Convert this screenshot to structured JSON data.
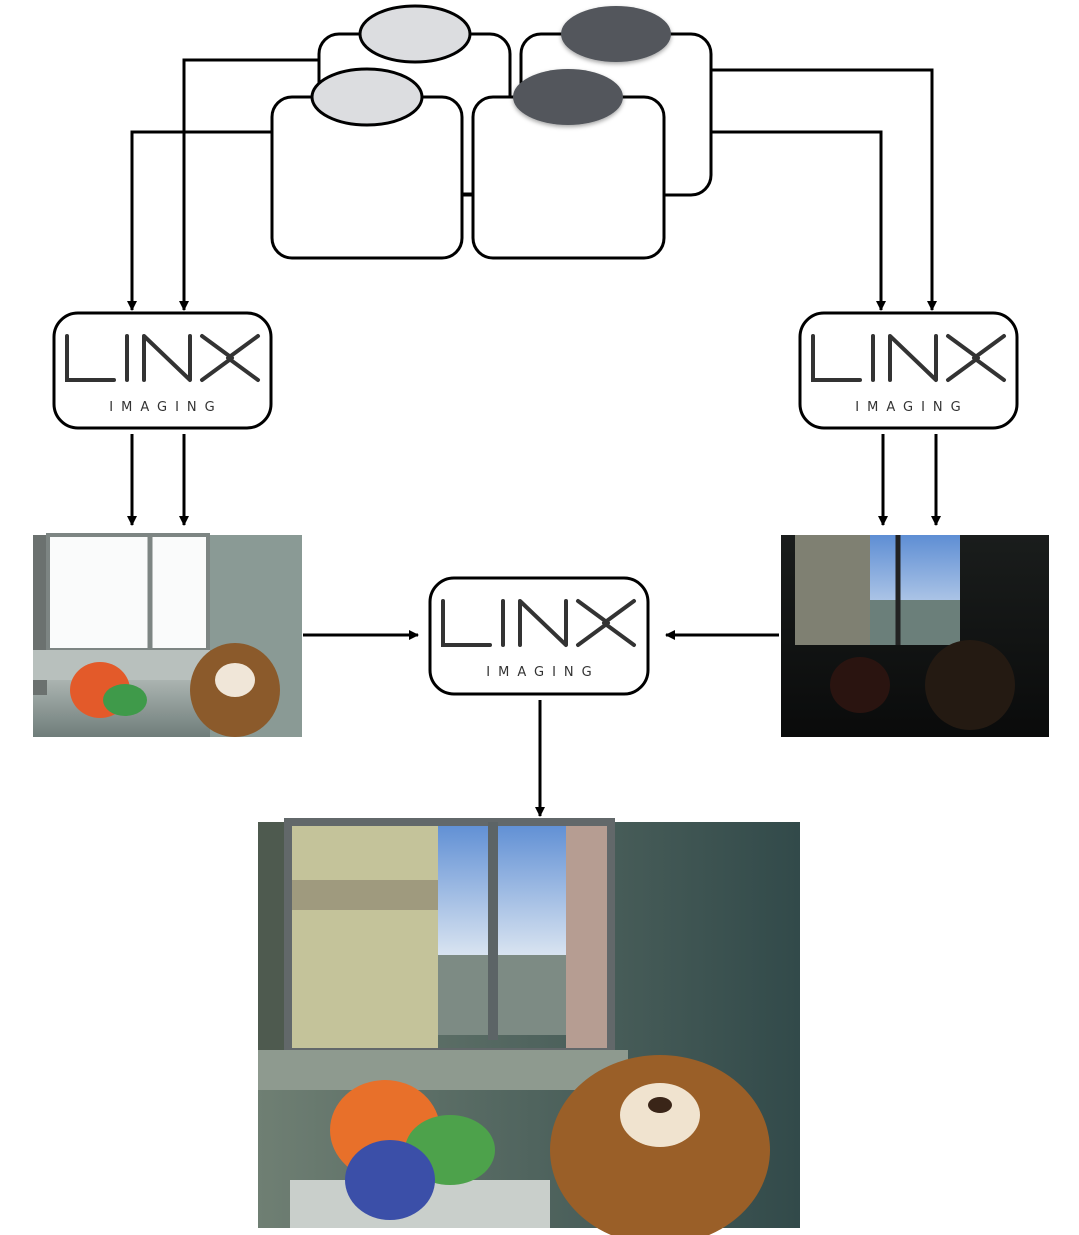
{
  "logo": {
    "brand": "LINX",
    "subtitle": "IMAGING"
  },
  "colors": {
    "stroke": "#000000",
    "light_ellipse": "#dcdde0",
    "dark_ellipse": "#52565c",
    "logo_text": "#333333"
  },
  "nodes": {
    "sensor_boxes": 4,
    "processors": [
      "left",
      "right",
      "center"
    ],
    "images": [
      "bright-exposure",
      "dark-exposure",
      "fused-hdr-output"
    ]
  }
}
